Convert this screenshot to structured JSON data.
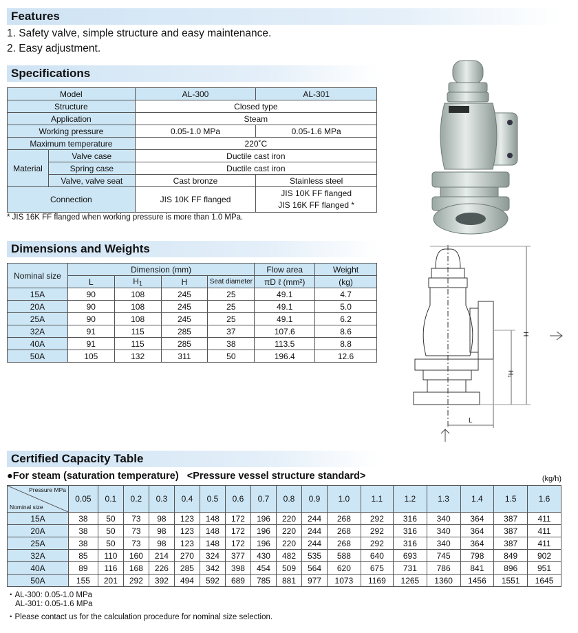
{
  "features": {
    "title": "Features",
    "items": [
      "1. Safety valve, simple structure and easy maintenance.",
      "2. Easy adjustment."
    ]
  },
  "specifications": {
    "title": "Specifications",
    "model_label": "Model",
    "models": [
      "AL-300",
      "AL-301"
    ],
    "structure": {
      "label": "Structure",
      "value": "Closed type"
    },
    "application": {
      "label": "Application",
      "value": "Steam"
    },
    "working_pressure": {
      "label": "Working pressure",
      "values": [
        "0.05-1.0 MPa",
        "0.05-1.6 MPa"
      ]
    },
    "max_temp": {
      "label": "Maximum temperature",
      "value": "220˚C"
    },
    "material": {
      "label": "Material",
      "valve_case": {
        "label": "Valve case",
        "value": "Ductile cast iron"
      },
      "spring_case": {
        "label": "Spring case",
        "value": "Ductile cast iron"
      },
      "valve_seat": {
        "label": "Valve, valve seat",
        "values": [
          "Cast bronze",
          "Stainless steel"
        ]
      }
    },
    "connection": {
      "label": "Connection",
      "al300": "JIS 10K FF flanged",
      "al301_line1": "JIS 10K FF flanged",
      "al301_line2": "JIS 16K FF flanged *"
    },
    "footnote": "* JIS 16K FF flanged when working pressure is more than 1.0 MPa."
  },
  "dimensions": {
    "title": "Dimensions and Weights",
    "headers": {
      "nominal": "Nominal size",
      "dimension": "Dimension (mm)",
      "L": "L",
      "H1": "H",
      "H1_sub": "1",
      "H": "H",
      "seat": "Seat diameter",
      "flow": "Flow area",
      "flow_formula": "πD ℓ  (mm²)",
      "weight": "Weight",
      "weight_unit": "(kg)"
    },
    "rows": [
      [
        "15A",
        "90",
        "108",
        "245",
        "25",
        "49.1",
        "4.7"
      ],
      [
        "20A",
        "90",
        "108",
        "245",
        "25",
        "49.1",
        "5.0"
      ],
      [
        "25A",
        "90",
        "108",
        "245",
        "25",
        "49.1",
        "6.2"
      ],
      [
        "32A",
        "91",
        "115",
        "285",
        "37",
        "107.6",
        "8.6"
      ],
      [
        "40A",
        "91",
        "115",
        "285",
        "38",
        "113.5",
        "8.8"
      ],
      [
        "50A",
        "105",
        "132",
        "311",
        "50",
        "196.4",
        "12.6"
      ]
    ]
  },
  "drawing": {
    "label_H": "H",
    "label_H1": "H₁",
    "label_L": "L"
  },
  "capacity": {
    "title": "Certified Capacity Table",
    "subtitle": "●For steam (saturation temperature)   <Pressure vessel structure standard>",
    "unit": "(kg/h)",
    "corner_top": "Pressure MPa",
    "corner_bottom": "Nominal size",
    "pressures": [
      "0.05",
      "0.1",
      "0.2",
      "0.3",
      "0.4",
      "0.5",
      "0.6",
      "0.7",
      "0.8",
      "0.9",
      "1.0",
      "1.1",
      "1.2",
      "1.3",
      "1.4",
      "1.5",
      "1.6"
    ],
    "rows": [
      {
        "size": "15A",
        "values": [
          "38",
          "50",
          "73",
          "98",
          "123",
          "148",
          "172",
          "196",
          "220",
          "244",
          "268",
          "292",
          "316",
          "340",
          "364",
          "387",
          "411"
        ]
      },
      {
        "size": "20A",
        "values": [
          "38",
          "50",
          "73",
          "98",
          "123",
          "148",
          "172",
          "196",
          "220",
          "244",
          "268",
          "292",
          "316",
          "340",
          "364",
          "387",
          "411"
        ]
      },
      {
        "size": "25A",
        "values": [
          "38",
          "50",
          "73",
          "98",
          "123",
          "148",
          "172",
          "196",
          "220",
          "244",
          "268",
          "292",
          "316",
          "340",
          "364",
          "387",
          "411"
        ]
      },
      {
        "size": "32A",
        "values": [
          "85",
          "110",
          "160",
          "214",
          "270",
          "324",
          "377",
          "430",
          "482",
          "535",
          "588",
          "640",
          "693",
          "745",
          "798",
          "849",
          "902"
        ]
      },
      {
        "size": "40A",
        "values": [
          "89",
          "116",
          "168",
          "226",
          "285",
          "342",
          "398",
          "454",
          "509",
          "564",
          "620",
          "675",
          "731",
          "786",
          "841",
          "896",
          "951"
        ]
      },
      {
        "size": "50A",
        "values": [
          "155",
          "201",
          "292",
          "392",
          "494",
          "592",
          "689",
          "785",
          "881",
          "977",
          "1073",
          "1169",
          "1265",
          "1360",
          "1456",
          "1551",
          "1645"
        ]
      }
    ],
    "notes": [
      "・AL-300: 0.05-1.0 MPa",
      "AL-301: 0.05-1.6 MPa",
      "・Please contact us for the calculation procedure for nominal size selection."
    ]
  }
}
